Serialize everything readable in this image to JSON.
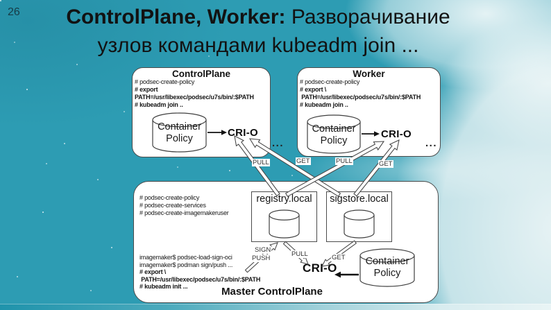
{
  "slide": {
    "number": "26",
    "title": {
      "bold": "ControlPlane, Worker:",
      "regular": " Разворачивание",
      "line2": "узлов командами kubeadm join ..."
    }
  },
  "colors": {
    "background_teal": "#2d9cb3",
    "background_light": "#e9f3f5",
    "panel_fill": "#ffffff",
    "panel_border": "#4b4b4b",
    "text": "#111111"
  },
  "control_plane": {
    "title": "ControlPlane",
    "commands": [
      "# podsec-create-policy",
      "# export",
      "PATH=/usr/libexec/podsec/u7s/bin/:$PATH",
      "# kubeadm join .."
    ],
    "cylinder": {
      "line1": "Container",
      "line2": "Policy"
    },
    "crio_label": "CRI-O"
  },
  "worker": {
    "title": "Worker",
    "commands": [
      "# podsec-create-policy",
      "# export \\",
      " PATH=/usr/libexec/podsec/u7s/bin/:$PATH",
      "# kubeadm join .."
    ],
    "cylinder": {
      "line1": "Container",
      "line2": "Policy"
    },
    "crio_label": "CRI-O",
    "ellipsis": "..."
  },
  "gap_ellipsis": "...",
  "master": {
    "title": "Master ControlPlane",
    "setup_commands": [
      "# podsec-create-policy",
      "# podsec-create-services",
      "# podsec-create-imagemakeruser"
    ],
    "registry_label": "registry.local",
    "sigstore_label": "sigstore.local",
    "imagemaker_commands": [
      "imagemaker$ podsec-load-sign-oci",
      "imagemaker$ podman sign/push ...",
      "# export \\",
      " PATH=/usr/libexec/podsec/u7s/bin/:$PATH",
      "# kubeadm init ..."
    ],
    "cylinder": {
      "line1": "Container",
      "line2": "Policy"
    },
    "crio_label": "CRI-O"
  },
  "labels": {
    "pull_left": "PULL",
    "get_left": "GET",
    "pull_right": "PULL",
    "get_right": "GET",
    "sign": "SIGN",
    "push": "PUSH",
    "pull_inner": "PULL",
    "get_inner": "GET"
  }
}
